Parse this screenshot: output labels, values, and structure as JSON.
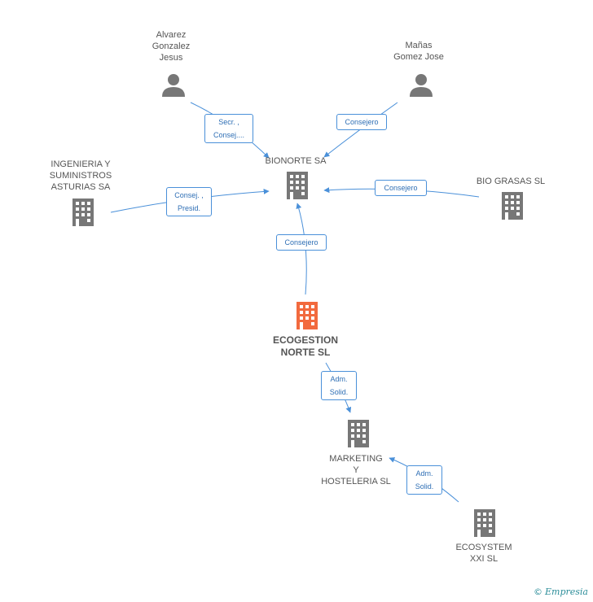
{
  "nodes": {
    "alvarez": {
      "label": "Alvarez\nGonzalez\nJesus",
      "kind": "person"
    },
    "manas": {
      "label": "Mañas\nGomez Jose",
      "kind": "person"
    },
    "bionorte": {
      "label": "BIONORTE SA",
      "kind": "company"
    },
    "ingenieria": {
      "label": "INGENIERIA Y\nSUMINISTROS\nASTURIAS SA",
      "kind": "company"
    },
    "biograsas": {
      "label": "BIO GRASAS SL",
      "kind": "company"
    },
    "ecogestion": {
      "label": "ECOGESTION\nNORTE SL",
      "kind": "company-focus"
    },
    "marketing": {
      "label": "MARKETING\nY\nHOSTELERIA SL",
      "kind": "company"
    },
    "ecosystem": {
      "label": "ECOSYSTEM\nXXI SL",
      "kind": "company"
    }
  },
  "edges": [
    {
      "id": "alvarez-bionorte",
      "label": "Secr. ,\nConsej...."
    },
    {
      "id": "manas-bionorte",
      "label": "Consejero"
    },
    {
      "id": "ingenieria-bionorte",
      "label": "Consej. ,\nPresid."
    },
    {
      "id": "biograsas-bionorte",
      "label": "Consejero"
    },
    {
      "id": "ecogestion-bionorte",
      "label": "Consejero"
    },
    {
      "id": "ecogestion-marketing",
      "label": "Adm.\nSolid."
    },
    {
      "id": "ecosystem-marketing",
      "label": "Adm.\nSolid."
    }
  ],
  "colors": {
    "edge": "#4a90d9",
    "icon": "#777777",
    "focus_icon": "#f26a3e"
  },
  "brand": {
    "copyright": "©",
    "name": "Empresia"
  }
}
